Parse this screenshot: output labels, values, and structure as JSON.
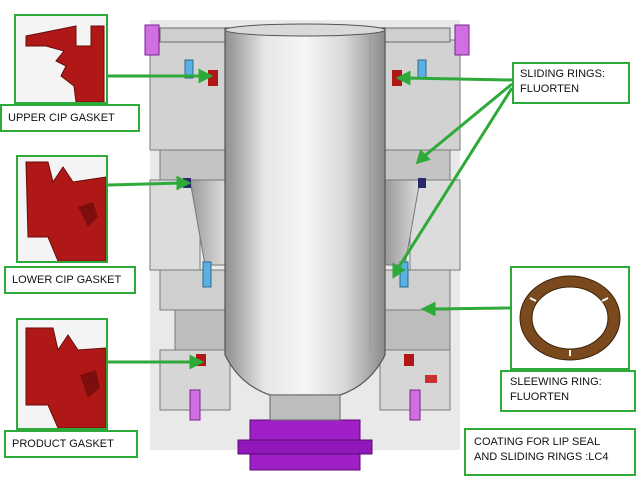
{
  "labels": {
    "upper_cip_gasket": "UPPER CIP GASKET",
    "lower_cip_gasket": "LOWER CIP GASKET",
    "product_gasket": "PRODUCT GASKET",
    "sliding_rings_line1": "SLIDING RINGS:",
    "sliding_rings_line2": "FLUORTEN",
    "sleewing_ring_line1": "SLEEWING RING:",
    "sleewing_ring_line2": "FLUORTEN",
    "coating_line1": "COATING FOR LIP SEAL",
    "coating_line2": "AND SLIDING RINGS :LC4"
  },
  "colors": {
    "callout_green": "#2eaa3a",
    "gasket_red": "#b01818",
    "gasket_dark": "#7d0e0e",
    "body_gray": "#c9c9c9",
    "accent_purple": "#a020c8",
    "ring_brown": "#7a4a1e"
  }
}
